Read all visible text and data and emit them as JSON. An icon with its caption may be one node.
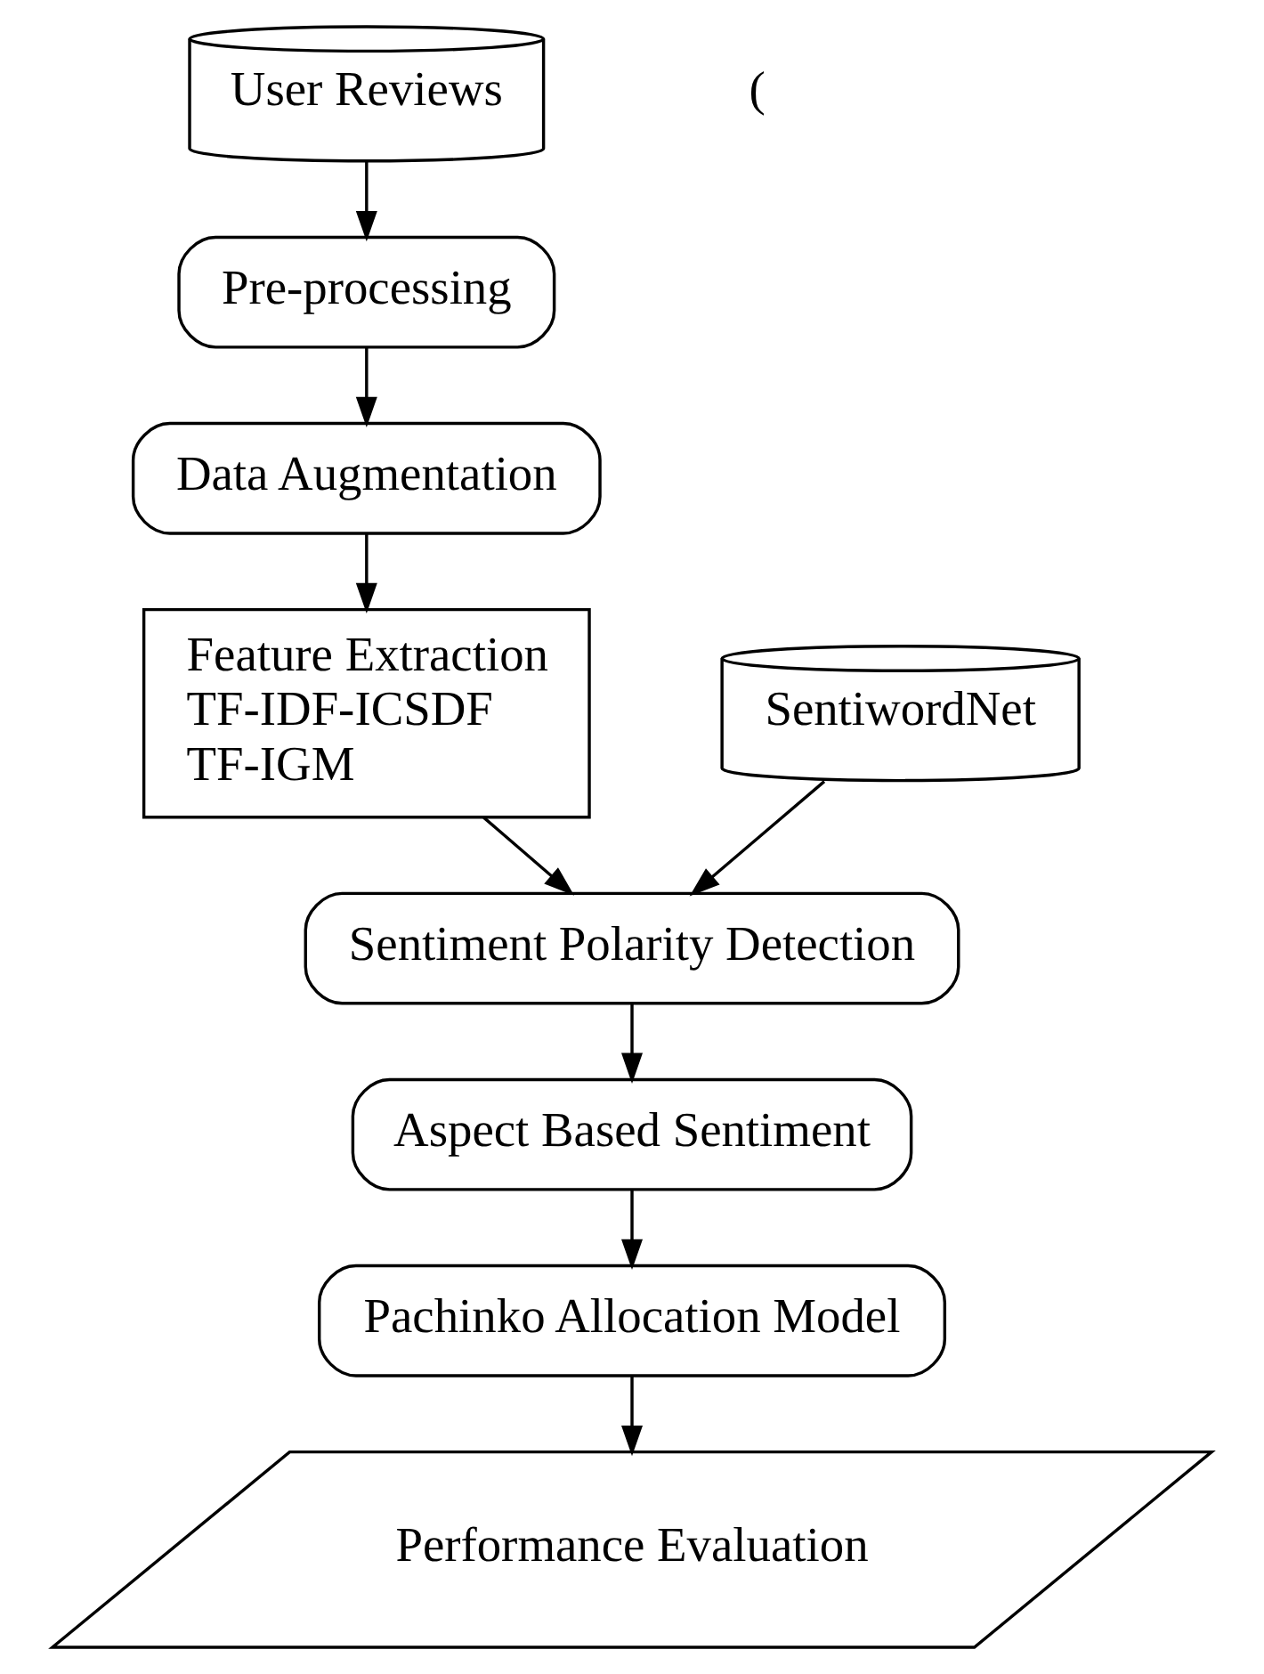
{
  "diagram": {
    "nodes": [
      {
        "text": [
          "User Reviews"
        ]
      },
      {
        "text": [
          "Pre-processing"
        ]
      },
      {
        "text": [
          "Data Augmentation"
        ]
      },
      {
        "text": [
          "Feature Extraction",
          "TF-IDF-ICSDF",
          "TF-IGM"
        ]
      },
      {
        "text": [
          "SentiwordNet"
        ]
      },
      {
        "text": [
          "Sentiment Polarity Detection"
        ]
      },
      {
        "text": [
          "Aspect Based Sentiment"
        ]
      },
      {
        "text": [
          "Pachinko Allocation Model"
        ]
      },
      {
        "text": [
          "Performance Evaluation"
        ]
      }
    ],
    "edges": [
      {
        "from": 0,
        "to": 1,
        "arrow": "to"
      },
      {
        "from": 1,
        "to": 2,
        "arrow": "to"
      },
      {
        "from": 2,
        "to": 3,
        "arrow": "to"
      },
      {
        "from": 3,
        "to": 5,
        "arrow": "to"
      },
      {
        "from": 4,
        "to": 5,
        "arrow": "to"
      },
      {
        "from": 5,
        "to": 6,
        "arrow": "to"
      },
      {
        "from": 6,
        "to": 7,
        "arrow": "to"
      },
      {
        "from": 7,
        "to": 8,
        "arrow": "to"
      }
    ],
    "labels": [
      "("
    ]
  }
}
